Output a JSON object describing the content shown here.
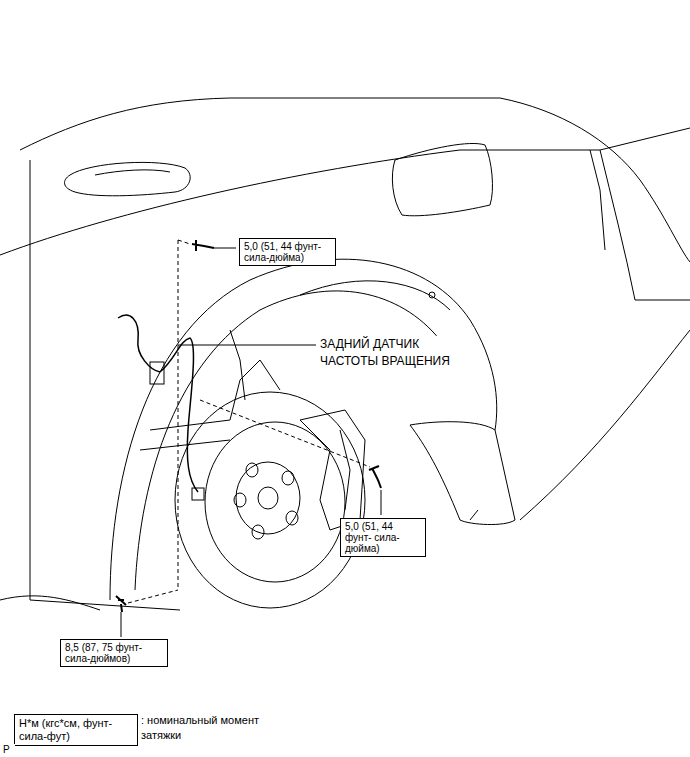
{
  "diagram": {
    "nodes": [
      {
        "text": [
          "5,0 (51, 44 фунт- сила-дюйма)"
        ]
      },
      {
        "text": [
          "5,0 (51, 44 фунт- сила-дюйма)"
        ]
      },
      {
        "text": [
          "8,5 (87, 75 фунт- сила-дюймов)"
        ]
      },
      {
        "text": [
          "Н*м (кгс*см, фунт- сила-фут)"
        ]
      }
    ],
    "labels": [
      "ЗАДНИЙ ДАТЧИК ЧАСТОТЫ ВРАЩЕНИЯ",
      ": номинальный момент затяжки",
      "P"
    ]
  }
}
